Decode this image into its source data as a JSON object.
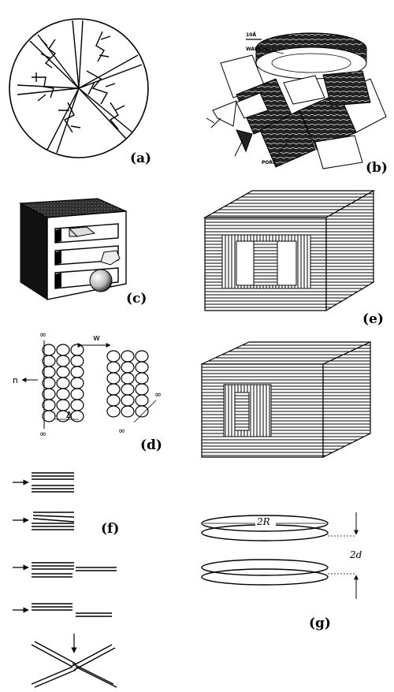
{
  "panels": {
    "a": {
      "label": "(a)"
    },
    "b": {
      "label": "(b)",
      "scale_text": "10Å",
      "wall_text": "WALL",
      "pore_text": "PORE"
    },
    "c": {
      "label": "(c)"
    },
    "d": {
      "label": "(d)",
      "n_text": "n",
      "w_text": "w",
      "delta_text": "Δ",
      "inf_text": "∞"
    },
    "e": {
      "label": "(e)"
    },
    "f": {
      "label": "(f)"
    },
    "g": {
      "label": "(g)",
      "r_text": "2R",
      "d_text": "2d"
    }
  }
}
